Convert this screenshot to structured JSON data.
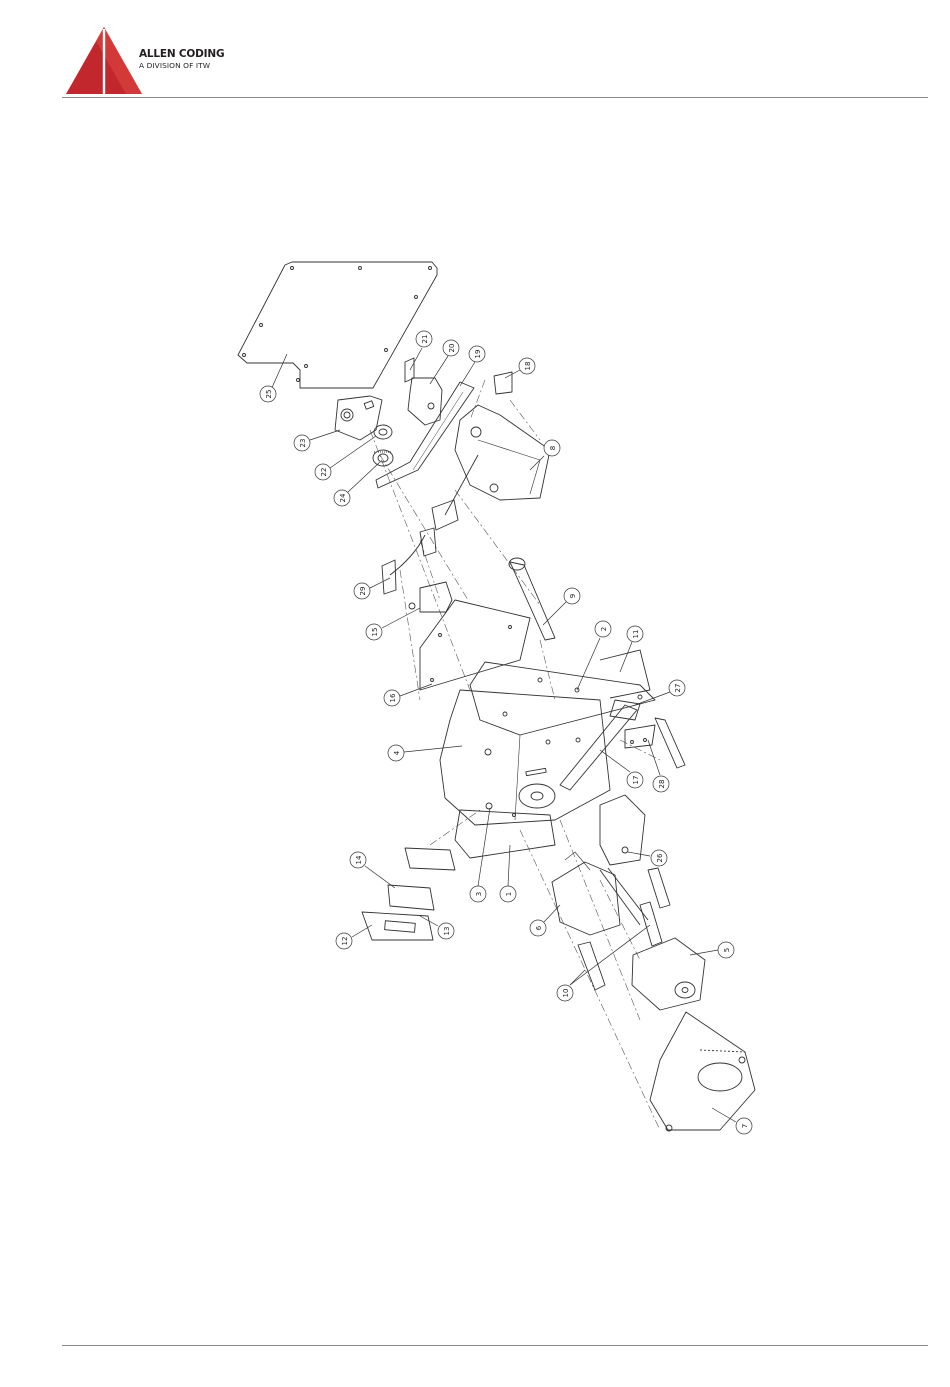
{
  "header": {
    "brand_name": "ALLEN CODING",
    "brand_sub": "A DIVISION OF ITW",
    "brand_color": "#c1272d"
  },
  "diagram": {
    "callouts": [
      "25",
      "21",
      "20",
      "19",
      "18",
      "23",
      "22",
      "8",
      "24",
      "29",
      "9",
      "15",
      "2",
      "11",
      "16",
      "27",
      "4",
      "17",
      "28",
      "14",
      "3",
      "1",
      "26",
      "6",
      "12",
      "13",
      "5",
      "10",
      "7"
    ]
  }
}
